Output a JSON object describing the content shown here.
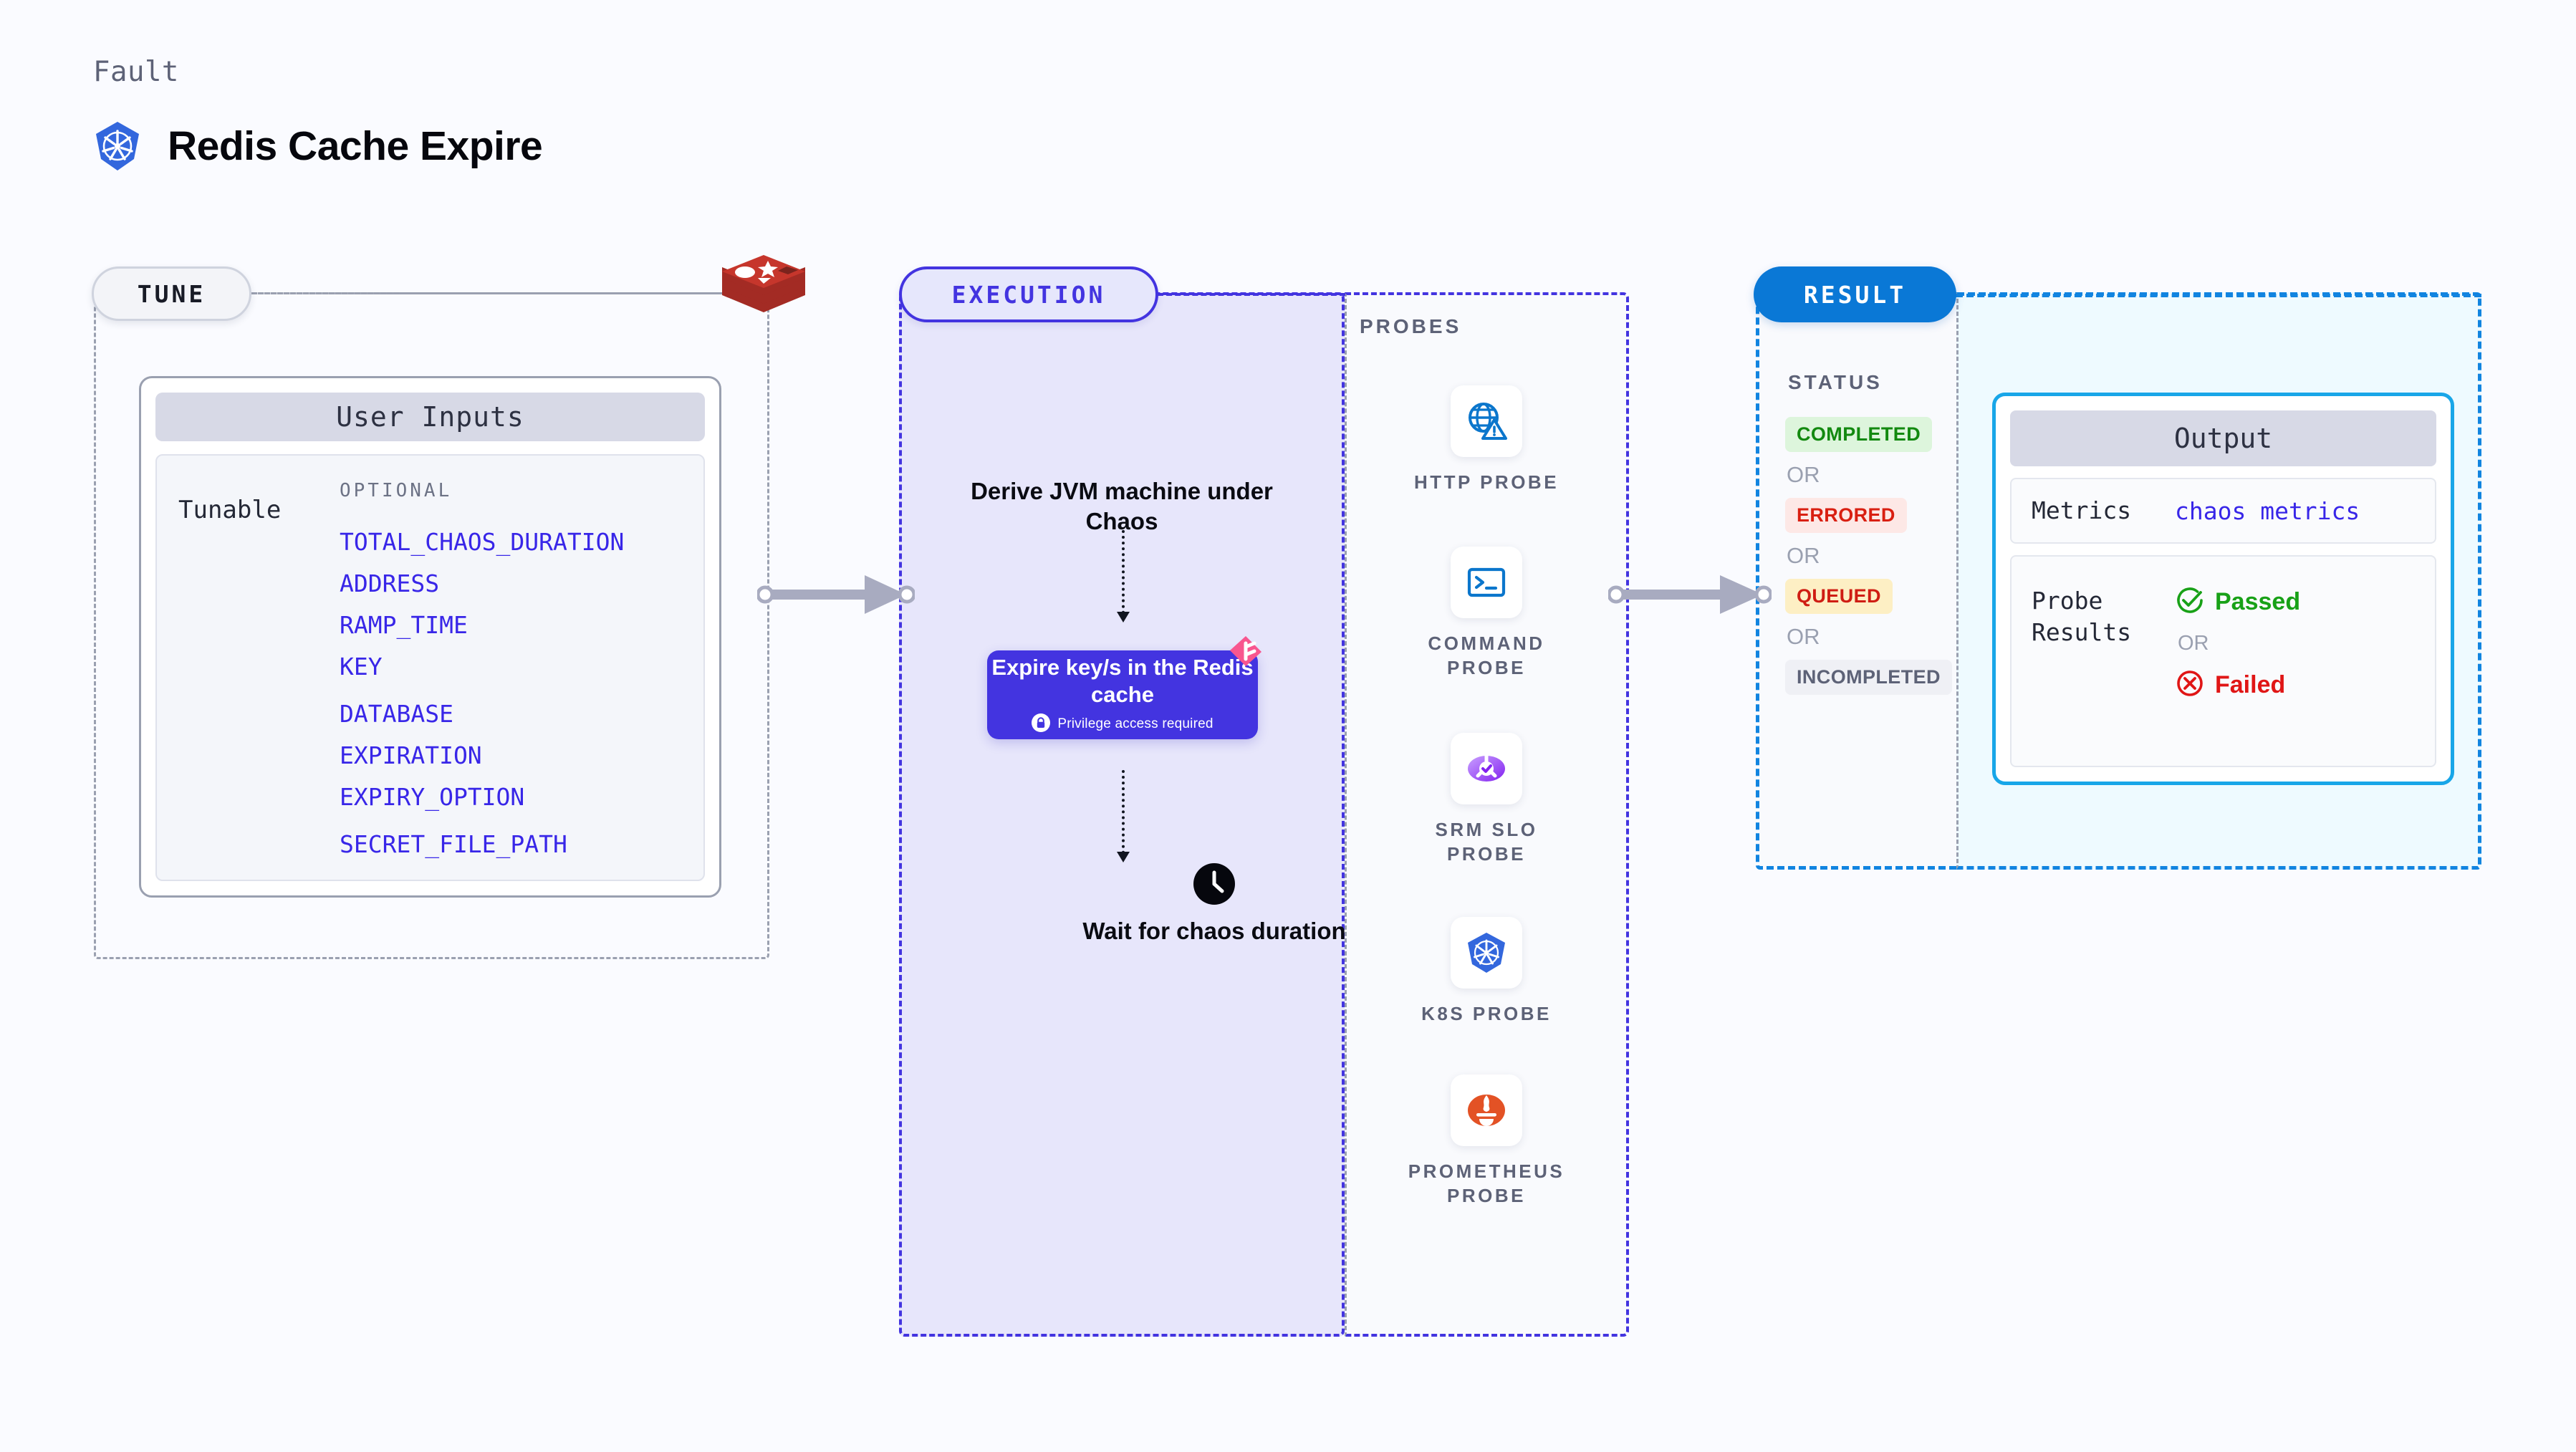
{
  "header": {
    "kicker": "Fault",
    "title": "Redis Cache Expire",
    "icon": "kubernetes-icon"
  },
  "colors": {
    "page_bg": "#fafbff",
    "tune_border": "#9aa0b0",
    "execution_accent": "#4334e0",
    "execution_bg": "#e7e6fb",
    "result_accent": "#1184e0",
    "result_output_bg": "#eefaff",
    "param_link": "#3826e8",
    "status_completed": "#12890f",
    "status_errored": "#d91f11",
    "status_queued": "#cf1d13",
    "status_incompleted": "#5d6277",
    "passed": "#18a117",
    "failed": "#e01616"
  },
  "tune": {
    "pill_label": "TUNE",
    "logo_icon": "redis-logo-icon",
    "card": {
      "header": "User Inputs",
      "row_label": "Tunable",
      "group_label": "OPTIONAL",
      "params": [
        {
          "name": "TOTAL_CHAOS_DURATION",
          "gap_before": false
        },
        {
          "name": "ADDRESS",
          "gap_before": false
        },
        {
          "name": "RAMP_TIME",
          "gap_before": false
        },
        {
          "name": "KEY",
          "gap_before": false
        },
        {
          "name": "DATABASE",
          "gap_before": true
        },
        {
          "name": "EXPIRATION",
          "gap_before": false
        },
        {
          "name": "EXPIRY_OPTION",
          "gap_before": false
        },
        {
          "name": "SECRET_FILE_PATH",
          "gap_before": true
        }
      ]
    }
  },
  "execution": {
    "pill_label": "EXECUTION",
    "step_derive": "Derive JVM machine under Chaos",
    "action_card": {
      "title": "Expire key/s in the Redis cache",
      "privilege_text": "Privilege access required",
      "lock_icon": "lock-icon",
      "corner_icon": "chaos-harness-icon"
    },
    "step_wait": "Wait for chaos duration",
    "wait_icon": "clock-icon"
  },
  "probes": {
    "section_label": "PROBES",
    "items": [
      {
        "label": "HTTP PROBE",
        "icon": "globe-warning-icon"
      },
      {
        "label": "COMMAND PROBE",
        "icon": "terminal-icon"
      },
      {
        "label": "SRM SLO PROBE",
        "icon": "srm-slo-icon"
      },
      {
        "label": "K8S PROBE",
        "icon": "kubernetes-icon"
      },
      {
        "label": "PROMETHEUS PROBE",
        "icon": "prometheus-icon"
      }
    ]
  },
  "result": {
    "pill_label": "RESULT",
    "status_label": "STATUS",
    "or_label": "OR",
    "statuses": [
      {
        "label": "COMPLETED",
        "style": "sb-completed"
      },
      {
        "label": "ERRORED",
        "style": "sb-errored"
      },
      {
        "label": "QUEUED",
        "style": "sb-queued"
      },
      {
        "label": "INCOMPLETED",
        "style": "sb-incompleted"
      }
    ],
    "output": {
      "header": "Output",
      "metrics_key": "Metrics",
      "metrics_value": "chaos metrics",
      "probe_results_key": "Probe Results",
      "passed_label": "Passed",
      "failed_label": "Failed",
      "or_label": "OR",
      "passed_icon": "check-circle-icon",
      "failed_icon": "x-circle-icon"
    }
  }
}
